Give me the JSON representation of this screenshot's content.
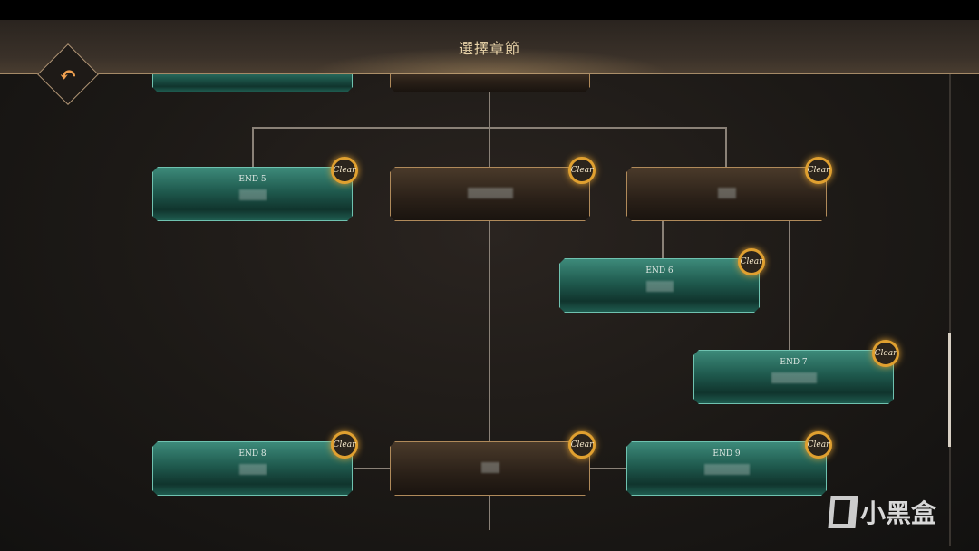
{
  "header": {
    "title": "選擇章節",
    "back_icon": "back-arrow-icon"
  },
  "badge_text": "Clear",
  "nodes": [
    {
      "label": "END 5",
      "type": "ending",
      "cleared": true
    },
    {
      "label": "",
      "type": "chapter",
      "cleared": true
    },
    {
      "label": "",
      "type": "chapter",
      "cleared": true
    },
    {
      "label": "END 6",
      "type": "ending",
      "cleared": true
    },
    {
      "label": "END 7",
      "type": "ending",
      "cleared": true
    },
    {
      "label": "END 8",
      "type": "ending",
      "cleared": true
    },
    {
      "label": "",
      "type": "chapter",
      "cleared": true
    },
    {
      "label": "END 9",
      "type": "ending",
      "cleared": true
    }
  ],
  "watermark": "小黑盒",
  "colors": {
    "ending": "#2f7a6a",
    "chapter": "#3a2d20",
    "badge": "#e0a030",
    "title": "#e8d3a8"
  }
}
